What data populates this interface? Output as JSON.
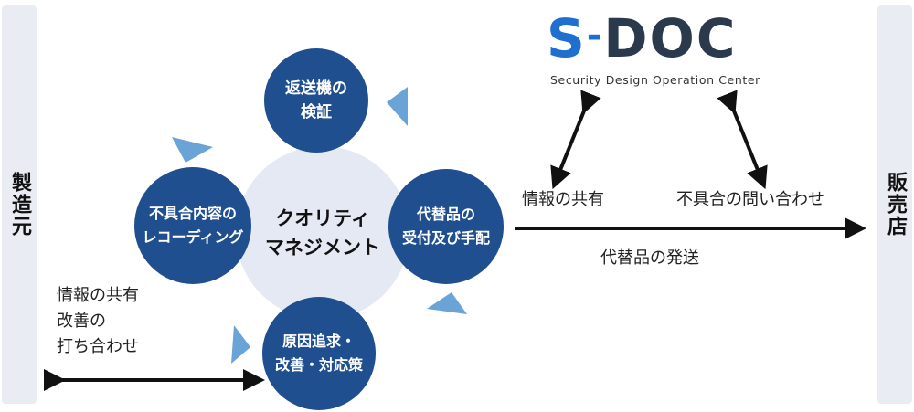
{
  "left_side_label": "製造元",
  "right_side_label": "販売店",
  "core_label": "クオリティ\nマネジメント",
  "circles": {
    "top": "返送機の\n検証",
    "left": "不具合内容の\nレコーディング",
    "right": "代替品の\n受付及び手配",
    "bottom": "原因追求・\n改善・対応策"
  },
  "logo": {
    "name_s": "S",
    "name_dash": "-",
    "name_rest": "DOC",
    "tagline": "Security Design Operation Center"
  },
  "labels": {
    "info_share": "情報の共有",
    "defect_inquiry": "不具合の問い合わせ",
    "replacement_shipping": "代替品の発送",
    "left_note": "情報の共有\n改善の\n打ち合わせ"
  },
  "colors": {
    "circle": "#1f4f8f",
    "core": "#e4e9f3",
    "triangle": "#6aa3d5",
    "side_bar": "#e9ecf3",
    "logo_blue": "#1f6fd1",
    "logo_dark": "#2a3a4c"
  }
}
